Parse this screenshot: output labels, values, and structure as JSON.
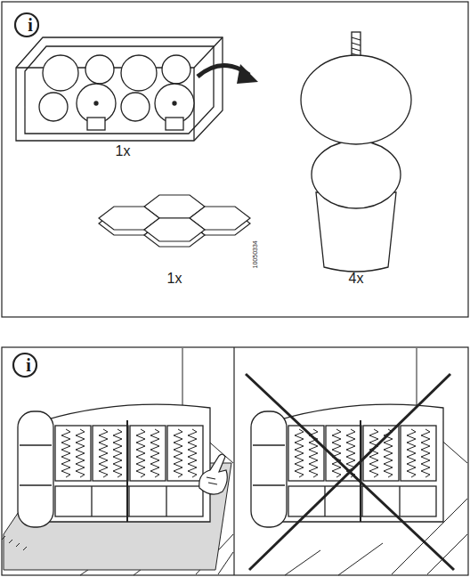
{
  "diagram": {
    "nodes": [
      {
        "text": [
          "i"
        ]
      },
      {
        "text": [
          "i"
        ]
      }
    ],
    "labels": [
      "1x",
      "1x",
      "4x",
      "10050334"
    ]
  }
}
